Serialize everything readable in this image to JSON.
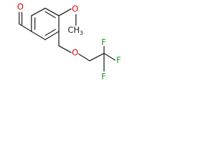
{
  "molecule": {
    "labels": {
      "aldehyde_oxygen": "O",
      "methoxy_oxygen": "O",
      "methyl": "CH",
      "methyl_subscript": "3",
      "ether_oxygen": "O",
      "fluorine_top": "F",
      "fluorine_right": "F",
      "fluorine_bottom": "F"
    },
    "colors": {
      "bond": "#1f1f1f",
      "oxygen": "#d40000",
      "fluorine": "#1f9a1f",
      "carbon": "#1f1f1f"
    }
  }
}
